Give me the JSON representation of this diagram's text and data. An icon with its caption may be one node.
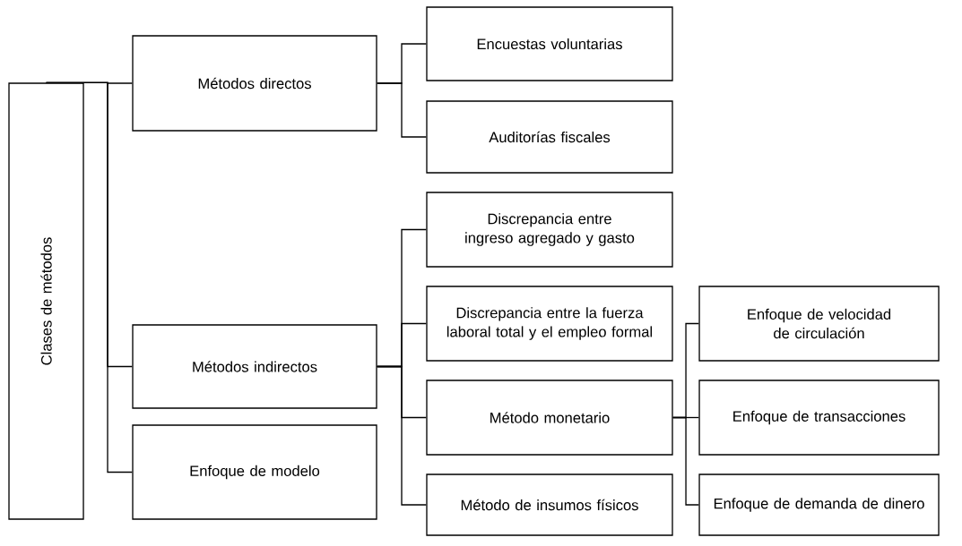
{
  "diagram": {
    "nodes": [
      {
        "text": [
          "Clases de métodos"
        ]
      },
      {
        "text": [
          "Métodos directos"
        ]
      },
      {
        "text": [
          "Encuestas voluntarias"
        ]
      },
      {
        "text": [
          "Auditorías fiscales"
        ]
      },
      {
        "text": [
          "Métodos indirectos"
        ]
      },
      {
        "text": [
          "Enfoque de modelo"
        ]
      },
      {
        "text": [
          "Discrepancia entre ingreso agregado y gasto"
        ]
      },
      {
        "text": [
          "Discrepancia entre la fuerza laboral total y el empleo formal"
        ]
      },
      {
        "text": [
          "Método monetario"
        ]
      },
      {
        "text": [
          "Método de insumos físicos"
        ]
      },
      {
        "text": [
          "Enfoque de velocidad de circulación"
        ]
      },
      {
        "text": [
          "Enfoque de transacciones"
        ]
      },
      {
        "text": [
          "Enfoque de demanda de dinero"
        ]
      }
    ],
    "edges": [
      {
        "from": 0,
        "to": 1,
        "arrow": "none"
      },
      {
        "from": 0,
        "to": 4,
        "arrow": "none"
      },
      {
        "from": 0,
        "to": 5,
        "arrow": "none"
      },
      {
        "from": 1,
        "to": 2,
        "arrow": "none"
      },
      {
        "from": 1,
        "to": 3,
        "arrow": "none"
      },
      {
        "from": 4,
        "to": 6,
        "arrow": "none"
      },
      {
        "from": 4,
        "to": 7,
        "arrow": "none"
      },
      {
        "from": 4,
        "to": 8,
        "arrow": "none"
      },
      {
        "from": 4,
        "to": 9,
        "arrow": "none"
      },
      {
        "from": 8,
        "to": 10,
        "arrow": "none"
      },
      {
        "from": 8,
        "to": 11,
        "arrow": "none"
      },
      {
        "from": 8,
        "to": 12,
        "arrow": "none"
      }
    ]
  }
}
